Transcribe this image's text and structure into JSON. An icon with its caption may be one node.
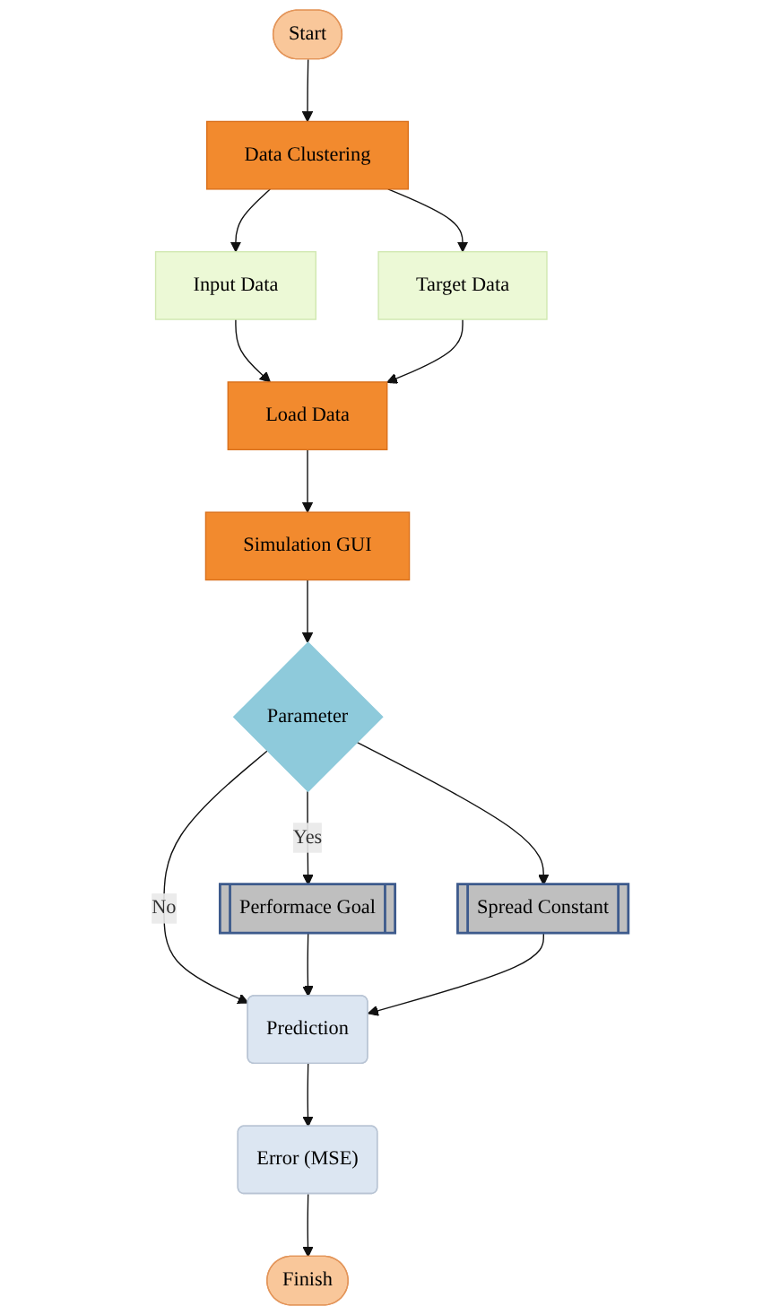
{
  "diagram": {
    "nodes": [
      {
        "text": [
          "Start"
        ]
      },
      {
        "text": [
          "Data Clustering"
        ]
      },
      {
        "text": [
          "Input Data"
        ]
      },
      {
        "text": [
          "Target Data"
        ]
      },
      {
        "text": [
          "Load Data"
        ]
      },
      {
        "text": [
          "Simulation GUI"
        ]
      },
      {
        "text": [
          "Parameter"
        ]
      },
      {
        "text": [
          "Performace Goal"
        ]
      },
      {
        "text": [
          "Spread Constant"
        ]
      },
      {
        "text": [
          "Prediction"
        ]
      },
      {
        "text": [
          "Error (MSE)"
        ]
      },
      {
        "text": [
          "Finish"
        ]
      }
    ],
    "edges": [
      {
        "from": 0,
        "to": 1,
        "arrow": "to"
      },
      {
        "from": 1,
        "to": 2,
        "arrow": "to"
      },
      {
        "from": 1,
        "to": 3,
        "arrow": "to"
      },
      {
        "from": 2,
        "to": 4,
        "arrow": "to"
      },
      {
        "from": 3,
        "to": 4,
        "arrow": "to"
      },
      {
        "from": 4,
        "to": 5,
        "arrow": "to"
      },
      {
        "from": 5,
        "to": 6,
        "arrow": "to"
      },
      {
        "from": 6,
        "to": 7,
        "arrow": "to",
        "label": "Yes"
      },
      {
        "from": 6,
        "to": 8,
        "arrow": "to"
      },
      {
        "from": 6,
        "to": 9,
        "arrow": "to",
        "label": "No"
      },
      {
        "from": 7,
        "to": 9,
        "arrow": "to"
      },
      {
        "from": 8,
        "to": 9,
        "arrow": "to"
      },
      {
        "from": 9,
        "to": 10,
        "arrow": "to"
      },
      {
        "from": 10,
        "to": 11,
        "arrow": "to"
      }
    ]
  }
}
